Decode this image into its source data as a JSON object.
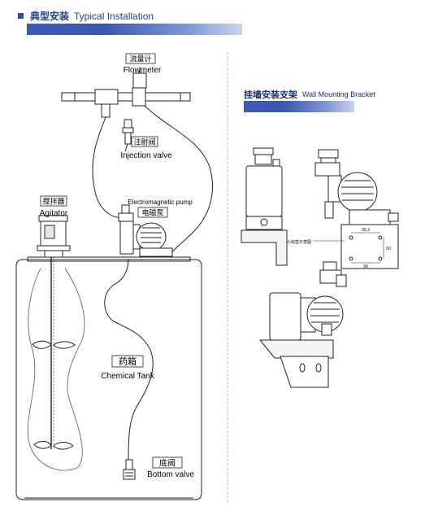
{
  "main_section": {
    "title_zh": "典型安装",
    "title_en": "Typical Installation"
  },
  "wall_section": {
    "title_zh": "挂墙安装支架",
    "title_en": "Wall Mounting Bracket"
  },
  "diagram": {
    "flowmeter": {
      "zh": "流量计",
      "en": "Flowmeter"
    },
    "injection_valve": {
      "zh": "注射阀",
      "en": "Injection valve"
    },
    "agitator": {
      "zh": "搅拌器",
      "en": "Agitator"
    },
    "pump": {
      "en": "Electromagnetic pump",
      "zh": "电磁泵"
    },
    "chemical_tank": {
      "zh": "药箱",
      "en": "Chemical Tank"
    },
    "bottom_valve": {
      "zh": "底阀",
      "en": "Bottom valve"
    }
  },
  "bracket": {
    "note": "小标签示意图",
    "dim_top": "35.3",
    "dim_side": "50",
    "dim_bottom": "90"
  },
  "colors": {
    "accent": "#2f4d9c",
    "title_text": "#1f3f90",
    "line": "#222222"
  }
}
